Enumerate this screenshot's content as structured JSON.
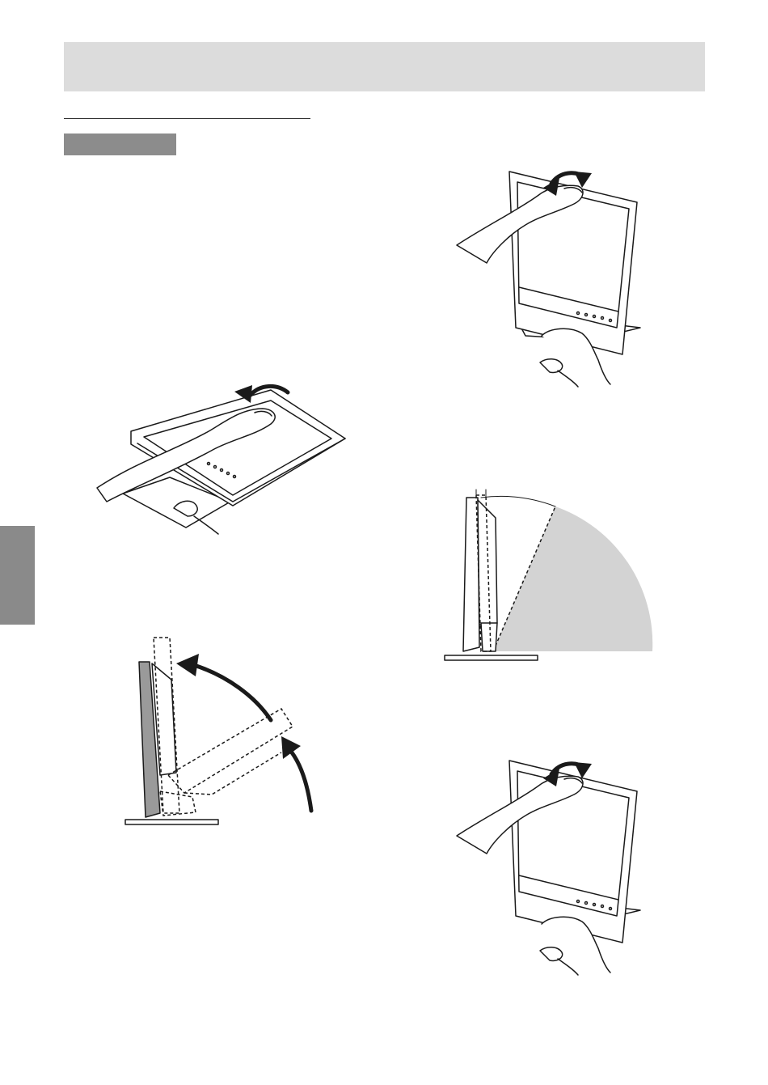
{
  "page": {
    "header_bar_color": "#dcdcdc",
    "tag_box_color": "#8c8c8c",
    "side_tab_color": "#8a8a8a",
    "sector_fill_color": "#d3d3d3"
  },
  "figures": [
    {
      "name": "monitor-folded-flat-hand-lift",
      "icons": [
        "hand-icon",
        "curved-arrow-icon"
      ]
    },
    {
      "name": "monitor-upright-hand-tilt-top",
      "icons": [
        "hand-icon",
        "double-arrow-icon"
      ]
    },
    {
      "name": "monitor-side-view-unfold",
      "icons": [
        "curved-arrow-icon"
      ]
    },
    {
      "name": "monitor-side-view-tilt-range",
      "icons": [
        "tilt-sector"
      ]
    },
    {
      "name": "monitor-upright-hand-tilt-bottom",
      "icons": [
        "hand-icon",
        "double-arrow-icon"
      ]
    }
  ]
}
